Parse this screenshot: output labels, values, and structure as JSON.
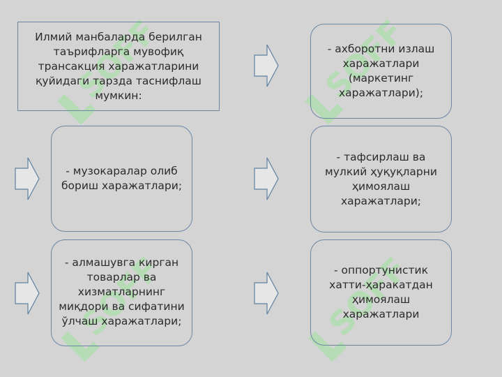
{
  "intro": {
    "text": "Илмий манбаларда берилган таърифларга мувофиқ трансакция харажатларини қуйидаги тарзда таснифлаш мумкин:"
  },
  "categories": [
    "- ахборотни излаш харажатлари (маркетинг харажатлари);",
    "- музокаралар олиб бориш харажатлари;",
    "- тафсирлаш ва мулкий ҳуқуқларни ҳимоялаш харажатлари;",
    "- алмашувга кирган товарлар ва хизматларнинг миқдори ва сифатини ўлчаш харажатлари;",
    "- оппортунистик хатти-ҳаракатдан ҳимоялаш харажатлари"
  ],
  "watermark": {
    "text": "SOFF",
    "color": "#a9e0a9"
  },
  "colors": {
    "background": "#d4d4d4",
    "border": "#6d87a3",
    "text": "#2b2b2b",
    "arrow_stroke": "#5f7f9f"
  },
  "icons": {
    "arrow": "right-block-arrow-icon"
  }
}
